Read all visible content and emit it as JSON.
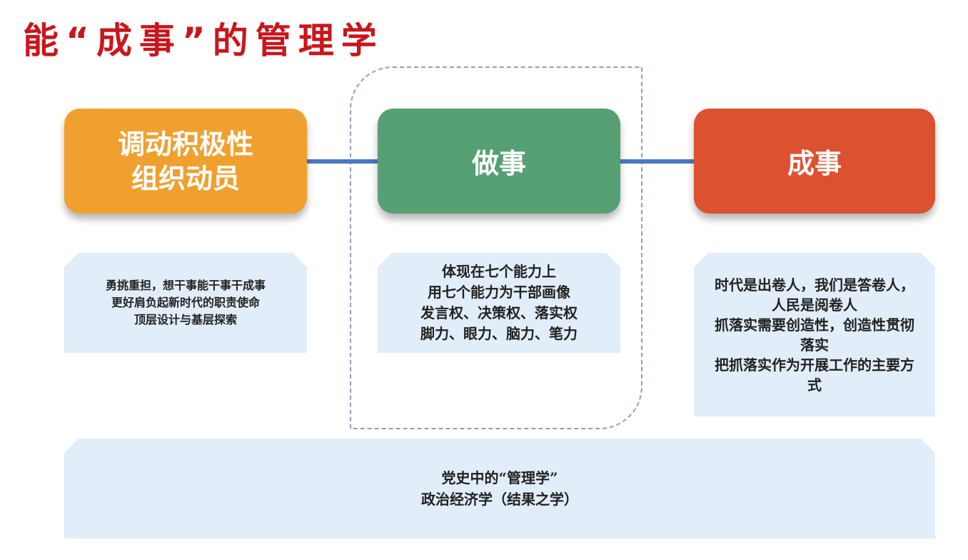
{
  "title": "能“成事”的管理学",
  "columns": [
    {
      "head_lines": [
        "调动积极性",
        "组织动员"
      ],
      "head_color": "#f0a02f",
      "desc_lines": [
        "勇挑重担，想干事能干事干成事",
        "更好肩负起新时代的职责使命",
        "顶层设计与基层探索"
      ]
    },
    {
      "head_lines": [
        "做事"
      ],
      "head_color": "#56a074",
      "desc_lines": [
        "体现在七个能力上",
        "用七个能力为干部画像",
        "发言权、决策权、落实权",
        "脚力、眼力、脑力、笔力"
      ]
    },
    {
      "head_lines": [
        "成事"
      ],
      "head_color": "#dc5230",
      "desc_lines": [
        "时代是出卷人，我们是答卷人，人民是阅卷人",
        "抓落实需要创造性，创造性贯彻落实",
        "把抓落实作为开展工作的主要方式"
      ]
    }
  ],
  "bottom_lines": [
    "党史中的“管理学”",
    "政治经济学（结果之学）"
  ],
  "colors": {
    "title": "#c8161d",
    "connector": "#4a78c2",
    "desc_bg": "#e1edf8",
    "dashed_frame": "#8c9fb7"
  }
}
